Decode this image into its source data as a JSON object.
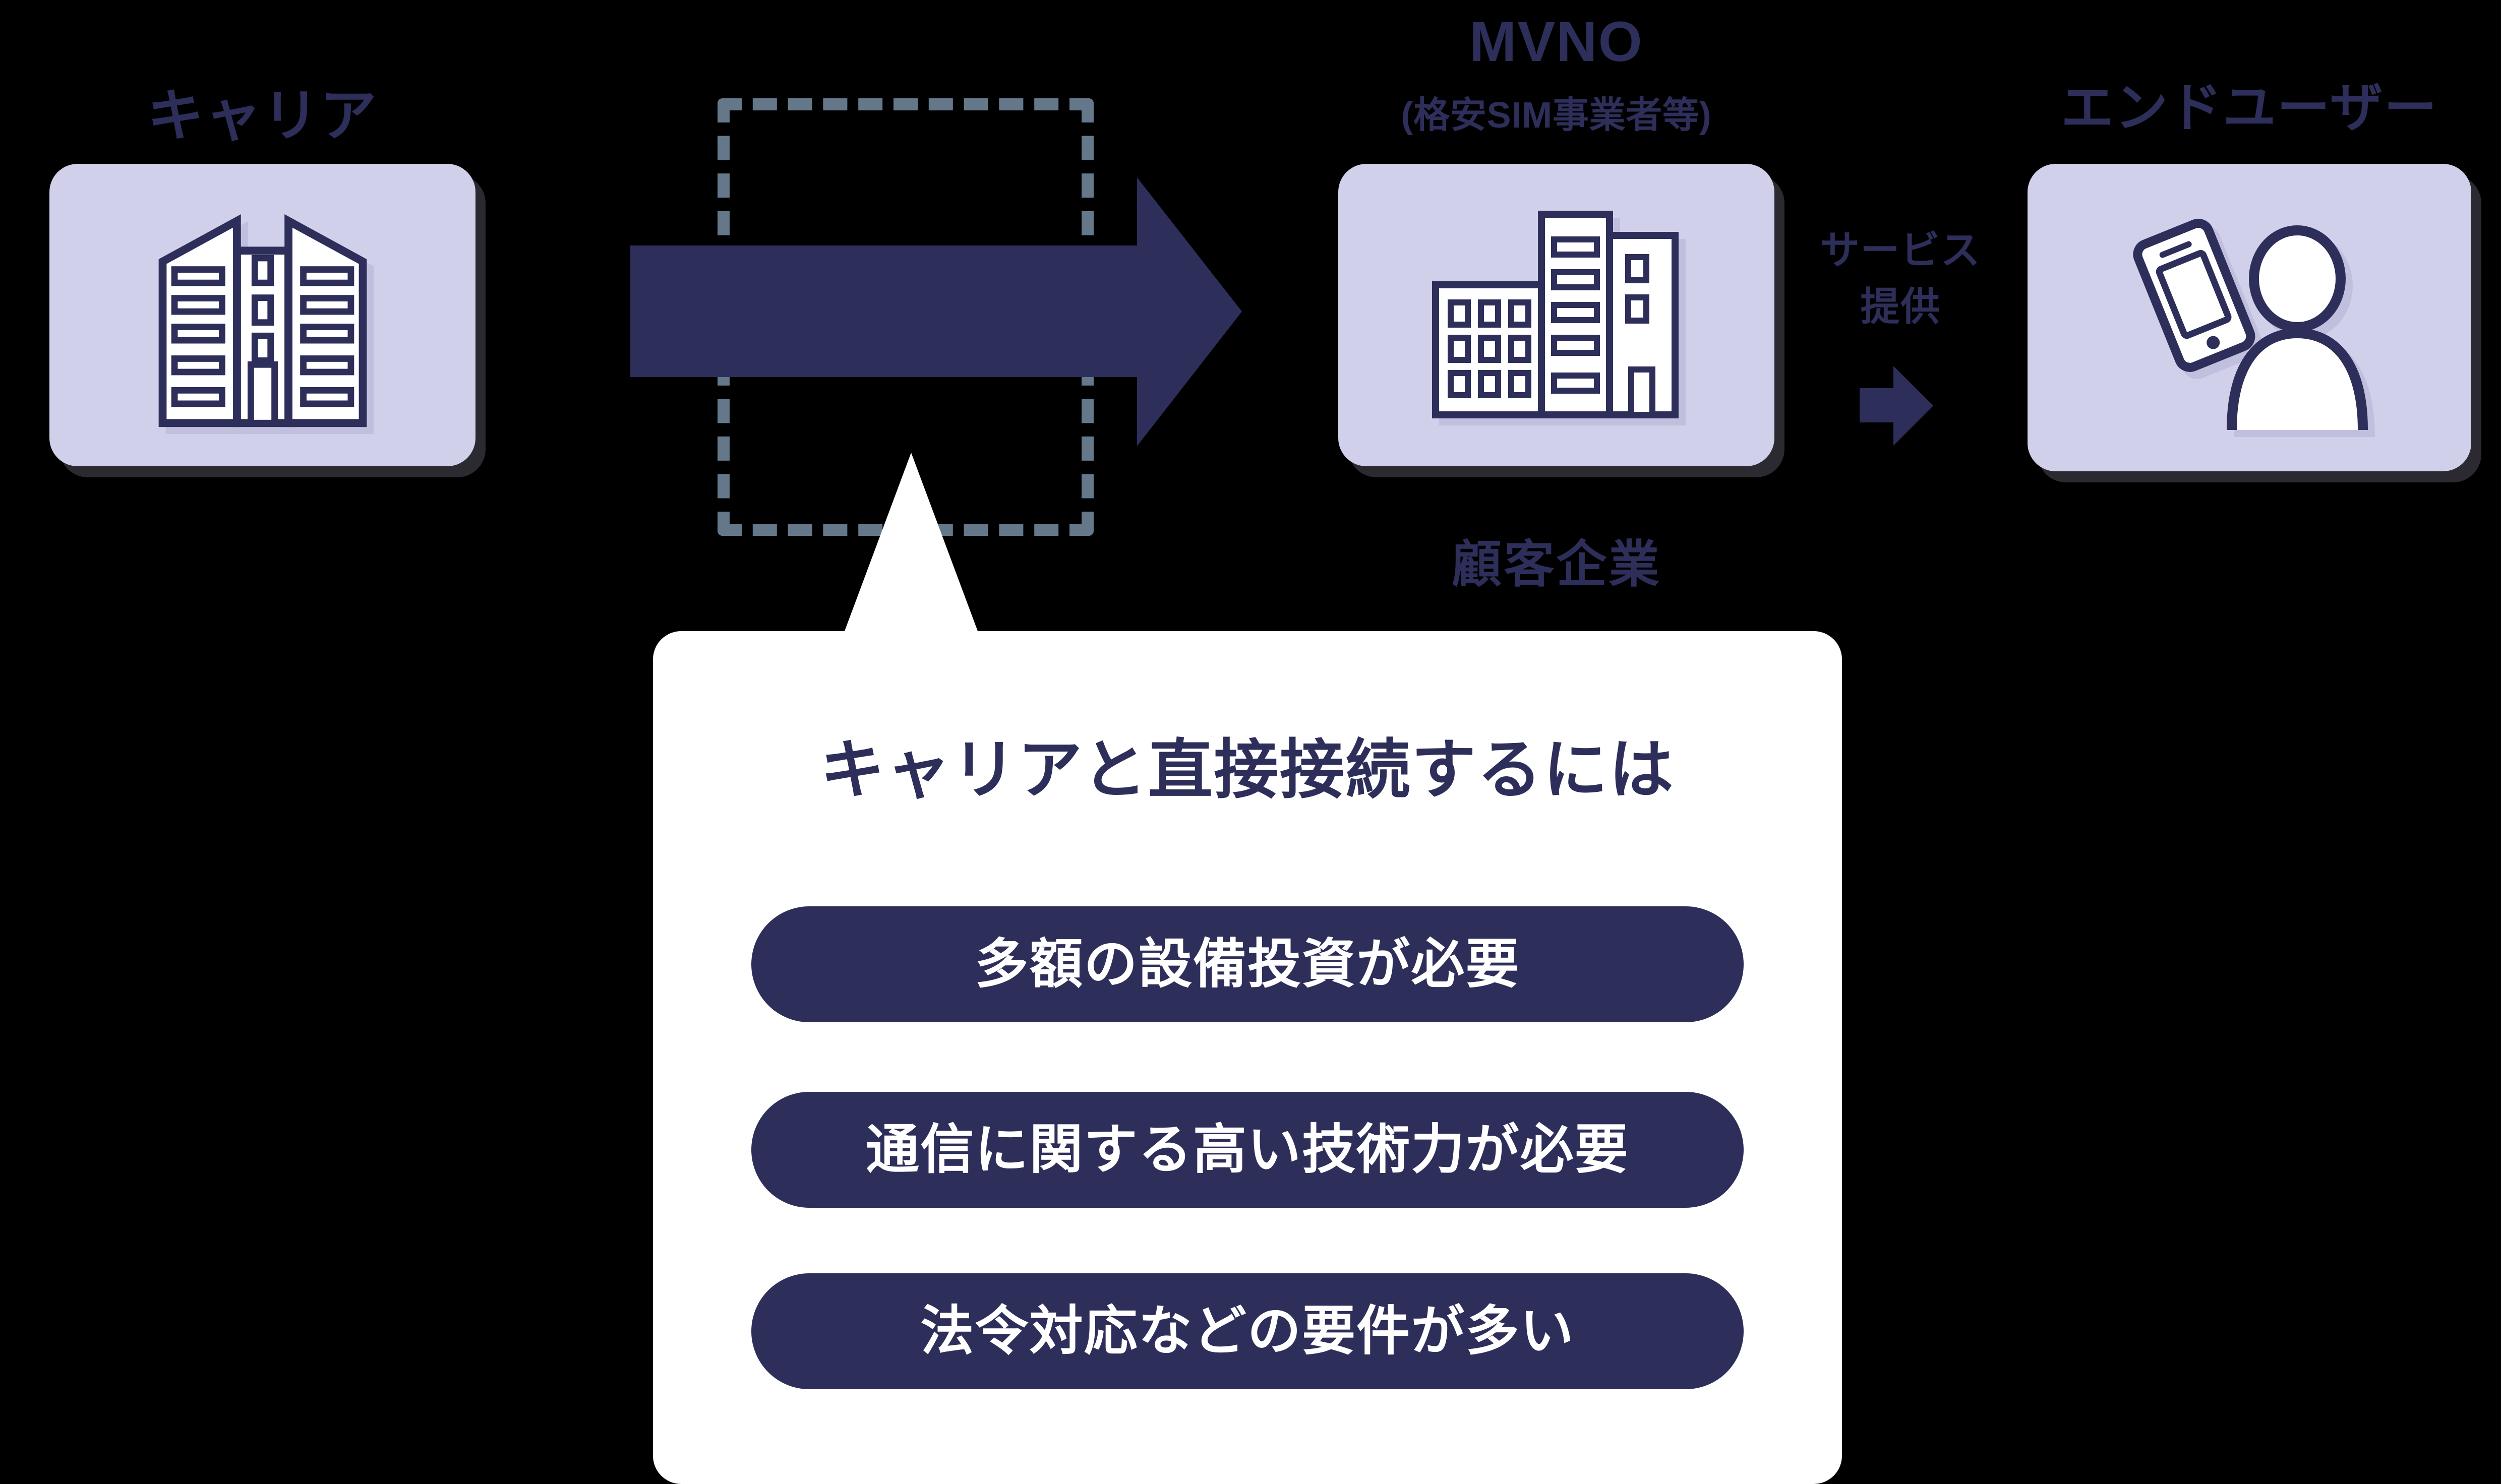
{
  "colors": {
    "navy": "#2e2e5a",
    "lavender": "#d0d0ea",
    "lavender-shadow": "#c0c0de",
    "dash": "#64788a",
    "white": "#ffffff",
    "bg": "#000000"
  },
  "nodes": {
    "carrier": {
      "label": "キャリア",
      "icon": "twin-tower-building-icon"
    },
    "mvno": {
      "label": "MVNO",
      "sublabel": "(格安SIM事業者等)",
      "below_label": "顧客企業",
      "icon": "office-buildings-icon"
    },
    "end_user": {
      "label": "エンドユーザー",
      "icon": "smartphone-user-icon"
    }
  },
  "flow": {
    "service_label_line1": "サービス",
    "service_label_line2": "提供"
  },
  "callout": {
    "title": "キャリアと直接接続するには",
    "items": [
      "多額の設備投資が必要",
      "通信に関する高い技術力が必要",
      "法令対応などの要件が多い"
    ]
  }
}
